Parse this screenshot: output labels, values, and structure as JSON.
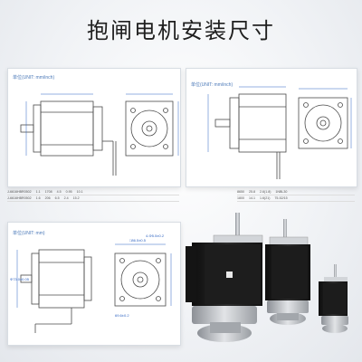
{
  "title": "抱闸电机安装尺寸",
  "panels": [
    {
      "unit_label": "单位(UNIT: mm/inch)"
    },
    {
      "unit_label": "单位(UNIT: mm/inch)"
    },
    {
      "unit_label": "单位(UNIT: mm)"
    }
  ],
  "spec_table": {
    "rows": [
      [
        "J-6616HBR0502",
        "1.1",
        "1708",
        "4.5",
        "0.95",
        "10.1"
      ],
      [
        "J-6616HBR0502",
        "1.6",
        "206",
        "6.5",
        "2.4",
        "15.2"
      ]
    ],
    "rows_right": [
      [
        "8650",
        "25.8",
        "2.6(1.8)",
        "1NBL30"
      ],
      [
        "1800",
        "14.1",
        "1.6(21)",
        "75-52/15"
      ]
    ]
  },
  "dimension_labels": {
    "p3_square": "□86.5±0.5",
    "p3_pitch": "69.6±0.2",
    "p3_holes": "4-Φ5.5±0.2",
    "p3_dia": "Φ73.0±0.05"
  },
  "colors": {
    "drawing_line": "#4a4a4a",
    "dimension_blue": "#2f64c1",
    "motor_body": "#1b1b1b",
    "brake_metal": "#b9bcc0"
  }
}
